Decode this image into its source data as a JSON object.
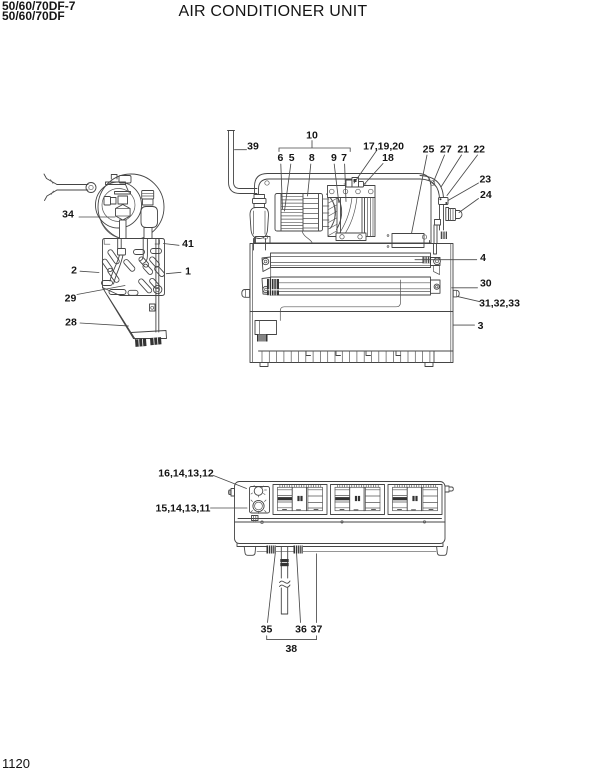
{
  "page": {
    "model_line1": "50/60/70DF-7",
    "model_line2": "50/60/70DF",
    "title": "AIR CONDITIONER UNIT",
    "page_number": "1120"
  },
  "callouts": {
    "compressor_view": {
      "c34": {
        "label": "34"
      },
      "c41": {
        "label": "41"
      },
      "c2": {
        "label": "2"
      },
      "c1": {
        "label": "1"
      },
      "c29": {
        "label": "29"
      },
      "c28": {
        "label": "28"
      }
    },
    "main_view": {
      "c39": {
        "label": "39"
      },
      "c10": {
        "label": "10"
      },
      "c6": {
        "label": "6"
      },
      "c5": {
        "label": "5"
      },
      "c8": {
        "label": "8"
      },
      "c9": {
        "label": "9"
      },
      "c7": {
        "label": "7"
      },
      "c171920": {
        "label": "17,19,20"
      },
      "c18": {
        "label": "18"
      },
      "c25": {
        "label": "25"
      },
      "c27": {
        "label": "27"
      },
      "c21": {
        "label": "21"
      },
      "c22": {
        "label": "22"
      },
      "c23": {
        "label": "23"
      },
      "c24": {
        "label": "24"
      },
      "c4": {
        "label": "4"
      },
      "c30": {
        "label": "30"
      },
      "c313233": {
        "label": "31,32,33"
      },
      "c3": {
        "label": "3"
      }
    },
    "front_view": {
      "c16141312": {
        "label": "16,14,13,12"
      },
      "c15141311": {
        "label": "15,14,13,11"
      },
      "c35": {
        "label": "35"
      },
      "c36": {
        "label": "36"
      },
      "c37": {
        "label": "37"
      },
      "c38": {
        "label": "38"
      }
    }
  }
}
